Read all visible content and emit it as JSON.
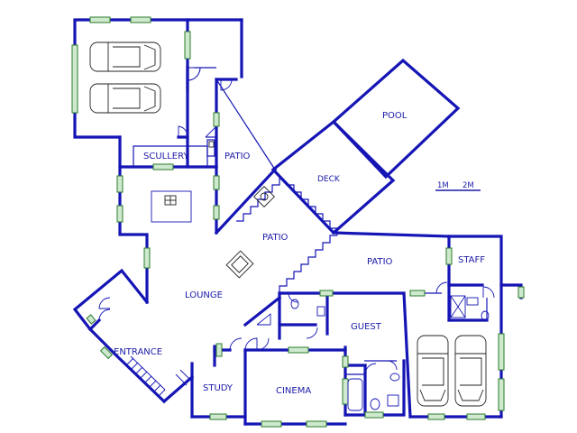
{
  "plan": {
    "rooms": {
      "pool": "POOL",
      "deck": "DECK",
      "scullery": "SCULLERY",
      "patio_upper": "PATIO",
      "patio_center": "PATIO",
      "patio_right": "PATIO",
      "staff": "STAFF",
      "lounge": "LOUNGE",
      "guest": "GUEST",
      "entrance": "ENTRANCE",
      "study": "STUDY",
      "cinema": "CINEMA"
    },
    "scale": {
      "one": "1M",
      "two": "2M"
    },
    "colors": {
      "wall": "#1515b5",
      "text": "#1a1aa8",
      "window": "#2a7a2a"
    }
  }
}
